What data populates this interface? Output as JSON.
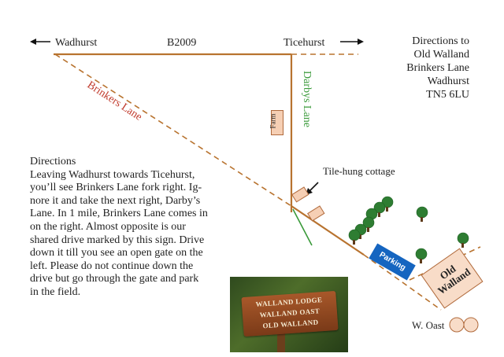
{
  "places": {
    "wadhurst": "Wadhurst",
    "b2009": "B2009",
    "ticehurst": "Ticehurst",
    "brinkers_lane": "Brinkers Lane",
    "darbys_lane": "Darbys Lane",
    "farm": "Farm",
    "tile_hung_cottage": "Tile-hung cottage",
    "parking": "Parking",
    "old_walland_line1": "Old",
    "old_walland_line2": "Walland",
    "w_oast": "W. Oast"
  },
  "address": {
    "line1": "Directions to",
    "line2": "Old Walland",
    "line3": "Brinkers Lane",
    "line4": "Wadhurst",
    "line5": "TN5 6LU"
  },
  "directions": {
    "heading": "Directions",
    "lines": [
      "Leaving Wadhurst towards Ticehurst,",
      "you’ll see Brinkers Lane fork right. Ig-",
      "nore it and take the next right, Darby’s",
      "Lane. In 1 mile, Brinkers Lane comes in",
      "on the right. Almost opposite is our",
      "shared drive marked by this sign. Drive",
      "down it till you see an open gate on the",
      "left. Please do not continue down the",
      "drive but go through the gate and park",
      "in the field."
    ]
  },
  "sign": {
    "line1": "WALLAND LODGE",
    "line2": "WALLAND OAST",
    "line3": "OLD WALLAND"
  },
  "colors": {
    "road": "#b8732f",
    "brinkers_label": "#c0392b",
    "darbys_label": "#3a9a3a",
    "parking": "#1565c0",
    "building_fill": "#f6cfb4",
    "tree": "#2e7d32"
  },
  "icons": [
    "arrow-left-icon",
    "arrow-right-icon",
    "tree-icon",
    "oast-icon",
    "pointer-arrow-icon"
  ]
}
